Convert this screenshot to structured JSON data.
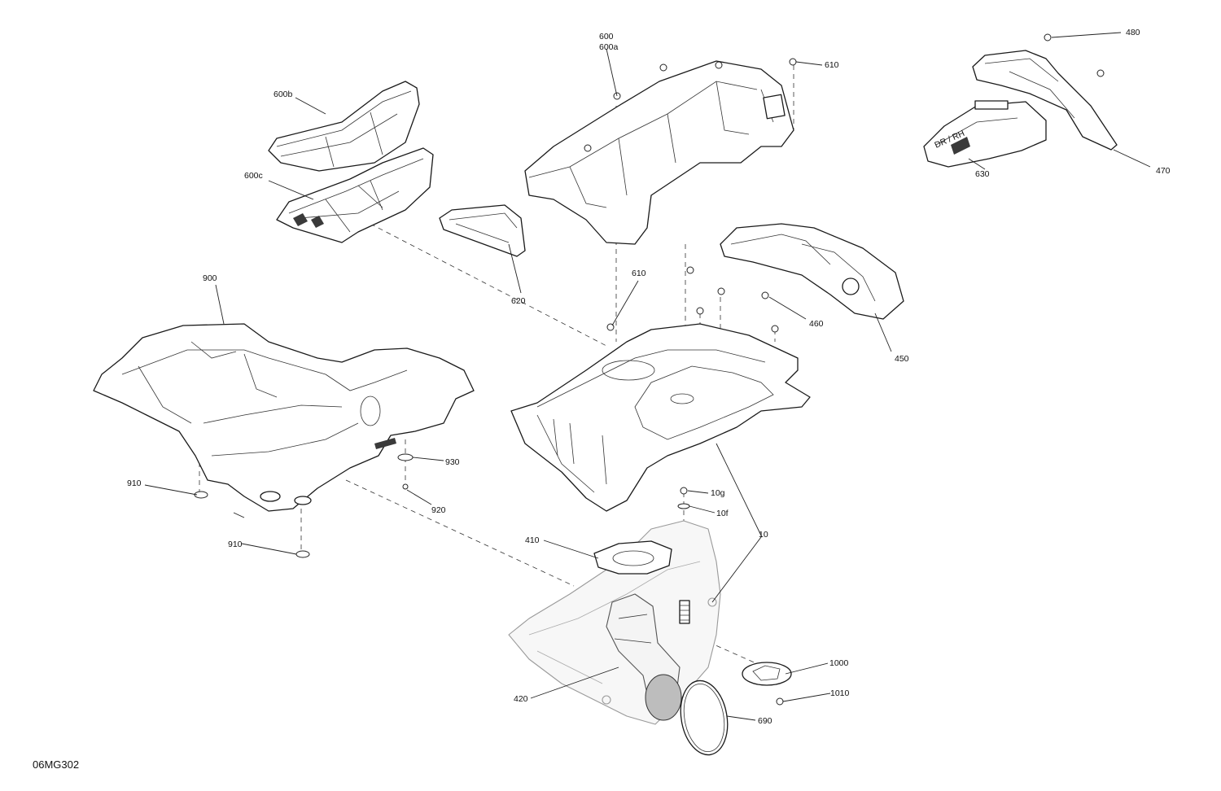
{
  "drawing_ref": "06MG302",
  "callouts": {
    "c600": "600",
    "c600a": "600a",
    "c600b": "600b",
    "c600c": "600c",
    "c610_top": "610",
    "c610_mid": "610",
    "c620": "620",
    "c480": "480",
    "c470": "470",
    "c630": "630",
    "c460": "460",
    "c450": "450",
    "c900": "900",
    "c910_a": "910",
    "c910_b": "910",
    "c920": "920",
    "c930": "930",
    "c10g": "10g",
    "c10f": "10f",
    "c10": "10",
    "c410": "410",
    "c420": "420",
    "c1000": "1000",
    "c1010": "1010",
    "c690": "690"
  },
  "decal_text": "DR / RH"
}
